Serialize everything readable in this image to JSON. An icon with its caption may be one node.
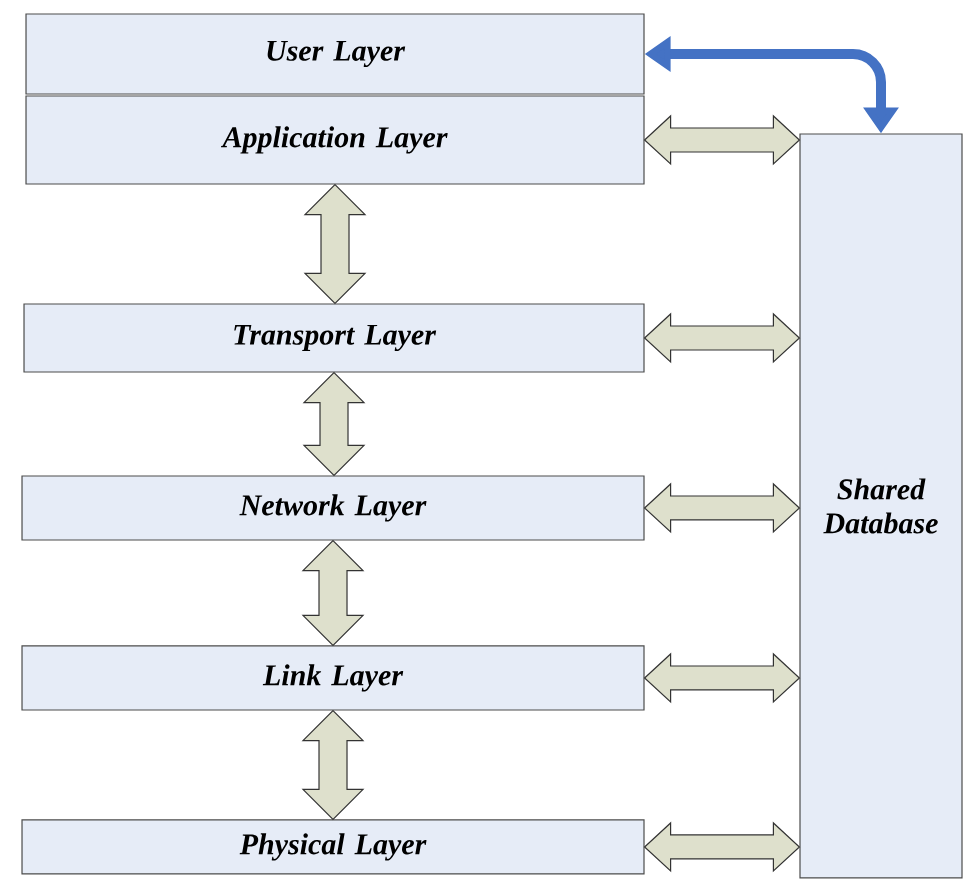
{
  "diagram": {
    "nodes": [
      {
        "text": [
          "User Layer"
        ]
      },
      {
        "text": [
          "Application Layer"
        ]
      },
      {
        "text": [
          "Transport  Layer"
        ]
      },
      {
        "text": [
          "Network Layer"
        ]
      },
      {
        "text": [
          "Link Layer"
        ]
      },
      {
        "text": [
          "Physical  Layer"
        ]
      },
      {
        "text": [
          "Shared Database"
        ]
      }
    ],
    "edges": [
      {
        "from": 1,
        "to": 2,
        "arrow": "both"
      },
      {
        "from": 2,
        "to": 3,
        "arrow": "both"
      },
      {
        "from": 3,
        "to": 4,
        "arrow": "both"
      },
      {
        "from": 4,
        "to": 5,
        "arrow": "both"
      },
      {
        "from": 1,
        "to": 6,
        "arrow": "both"
      },
      {
        "from": 2,
        "to": 6,
        "arrow": "both"
      },
      {
        "from": 3,
        "to": 6,
        "arrow": "both"
      },
      {
        "from": 4,
        "to": 6,
        "arrow": "both"
      },
      {
        "from": 5,
        "to": 6,
        "arrow": "both"
      },
      {
        "from": 6,
        "to": 0,
        "arrow": "both",
        "color": "#4472c4"
      }
    ]
  }
}
